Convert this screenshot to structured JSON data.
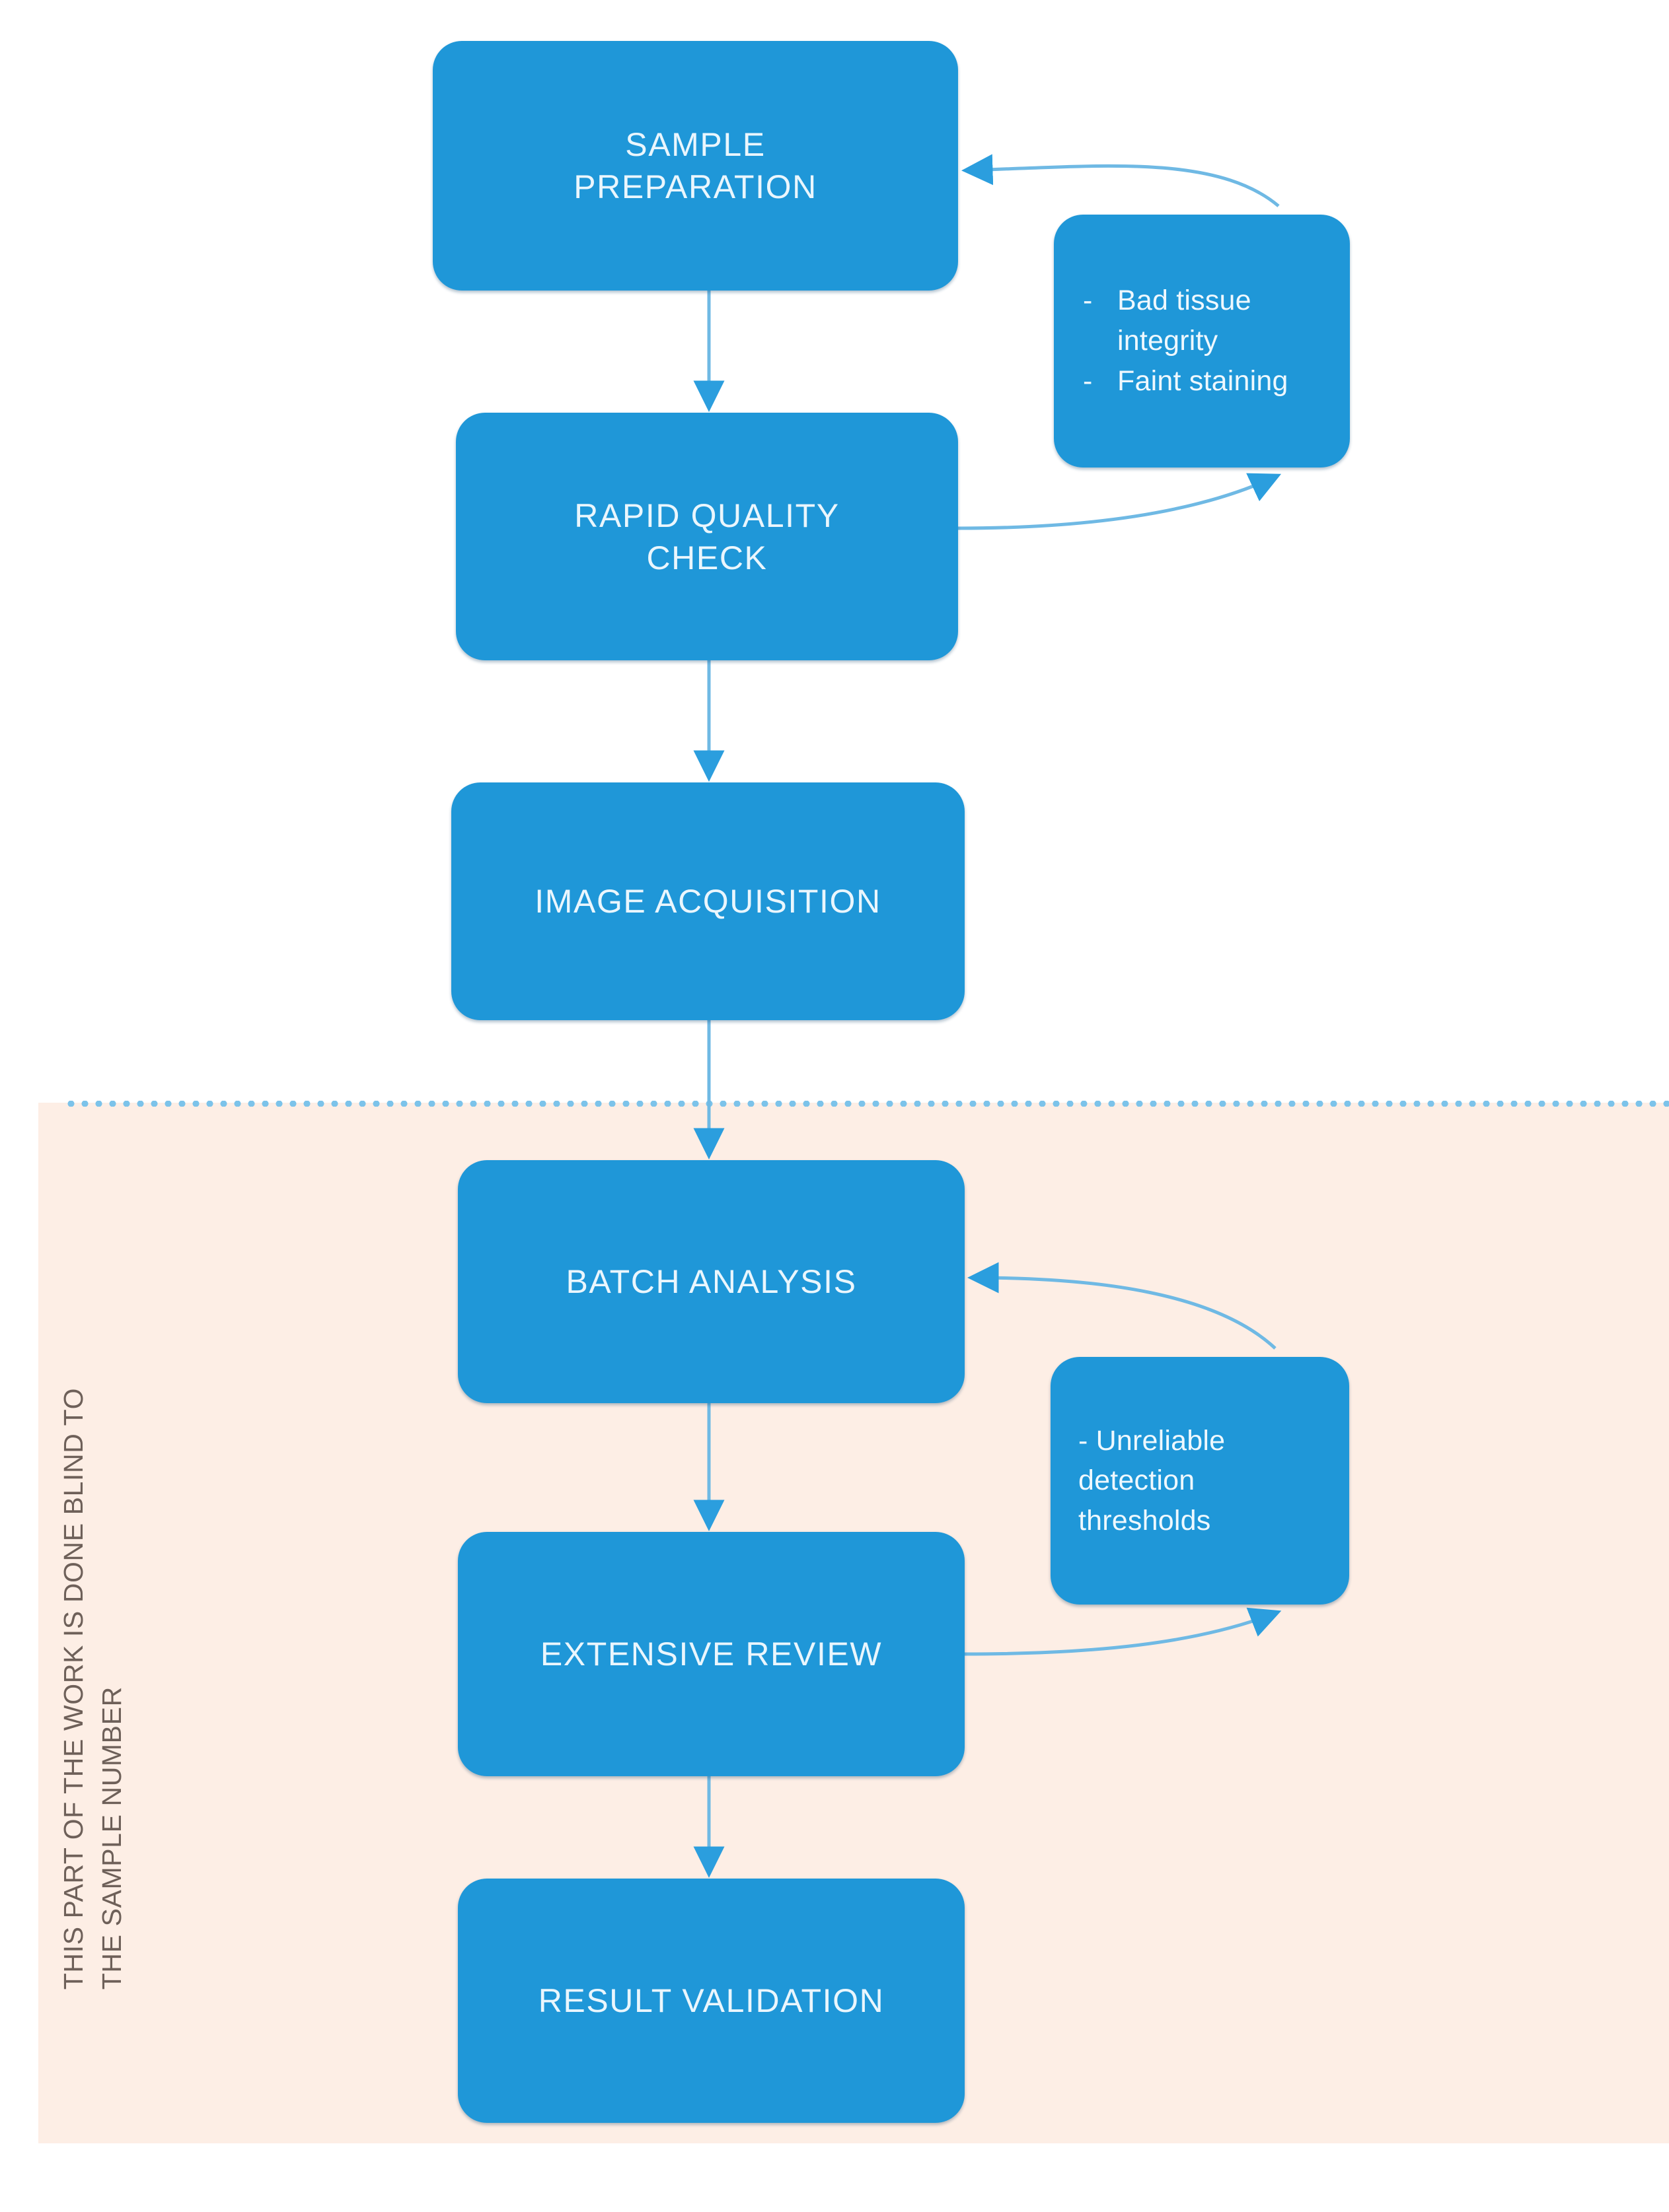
{
  "diagram": {
    "title": "Histopathology workflow flowchart",
    "colors": {
      "node_fill": "#1f97d8",
      "node_text": "#eaf6fd",
      "connector": "#6fb9e4",
      "blind_zone_bg": "#fdeee5",
      "blind_zone_text": "#6e6059",
      "dashed_divider": "#7cc3ea"
    },
    "blind_zone": {
      "label": "THIS PART OF THE WORK IS DONE BLIND TO\nTHE SAMPLE NUMBER",
      "label_line_1": "THIS PART OF THE WORK IS DONE BLIND TO",
      "label_line_2": "THE SAMPLE NUMBER",
      "orientation": "rotated-90-ccw"
    },
    "nodes": [
      {
        "id": "sample-preparation",
        "label": "SAMPLE\nPREPARATION"
      },
      {
        "id": "rapid-quality-check",
        "label": "RAPID QUALITY\nCHECK"
      },
      {
        "id": "image-acquisition",
        "label": "IMAGE ACQUISITION"
      },
      {
        "id": "batch-analysis",
        "label": "BATCH ANALYSIS"
      },
      {
        "id": "extensive-review",
        "label": "EXTENSIVE REVIEW"
      },
      {
        "id": "result-validation",
        "label": "RESULT VALIDATION"
      }
    ],
    "callouts": [
      {
        "id": "quality-failures",
        "bullet_marker": "-",
        "items": [
          "Bad tissue integrity",
          "Faint staining"
        ]
      },
      {
        "id": "detection-thresholds",
        "bullet_marker": "-",
        "items": [
          "Unreliable detection thresholds"
        ],
        "text": "- Unreliable detection thresholds"
      }
    ],
    "edges": [
      {
        "from": "sample-preparation",
        "to": "rapid-quality-check",
        "kind": "straight-down"
      },
      {
        "from": "rapid-quality-check",
        "to": "image-acquisition",
        "kind": "straight-down"
      },
      {
        "from": "image-acquisition",
        "to": "batch-analysis",
        "kind": "straight-down"
      },
      {
        "from": "batch-analysis",
        "to": "extensive-review",
        "kind": "straight-down"
      },
      {
        "from": "extensive-review",
        "to": "result-validation",
        "kind": "straight-down"
      },
      {
        "from": "rapid-quality-check",
        "to": "quality-failures",
        "kind": "curved-feedback"
      },
      {
        "from": "quality-failures",
        "to": "sample-preparation",
        "kind": "curved-feedback"
      },
      {
        "from": "extensive-review",
        "to": "detection-thresholds",
        "kind": "curved-feedback"
      },
      {
        "from": "detection-thresholds",
        "to": "batch-analysis",
        "kind": "curved-feedback"
      }
    ]
  }
}
